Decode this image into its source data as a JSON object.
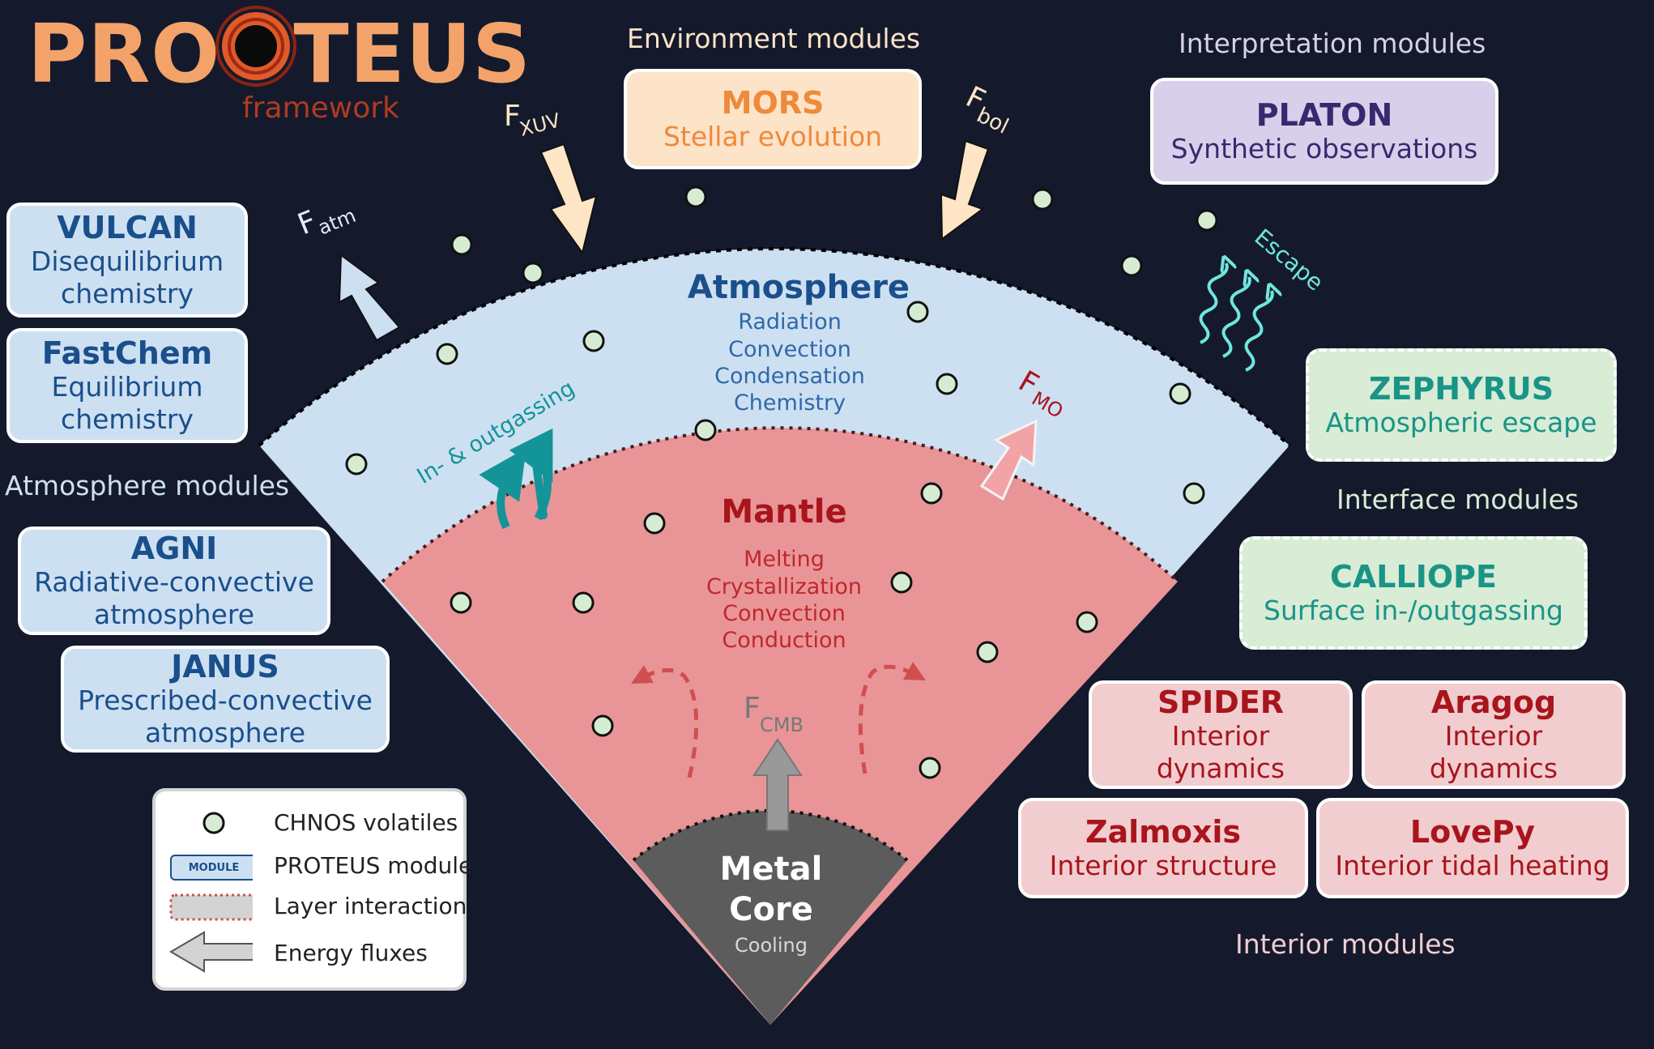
{
  "logo": {
    "word_pre": "PRO",
    "word_post": "TEUS",
    "subtitle": "framework"
  },
  "groups": {
    "environment": "Environment modules",
    "interpretation": "Interpretation modules",
    "atmosphere": "Atmosphere modules",
    "interface": "Interface modules",
    "interior": "Interior modules"
  },
  "modules": {
    "mors": {
      "name": "MORS",
      "desc": "Stellar evolution"
    },
    "platon": {
      "name": "PLATON",
      "desc": "Synthetic observations"
    },
    "vulcan": {
      "name": "VULCAN",
      "desc1": "Disequilibrium",
      "desc2": "chemistry"
    },
    "fastchem": {
      "name": "FastChem",
      "desc1": "Equilibrium",
      "desc2": "chemistry"
    },
    "agni": {
      "name": "AGNI",
      "desc1": "Radiative-convective",
      "desc2": "atmosphere"
    },
    "janus": {
      "name": "JANUS",
      "desc1": "Prescribed-convective",
      "desc2": "atmosphere"
    },
    "zephyrus": {
      "name": "ZEPHYRUS",
      "desc": "Atmospheric escape"
    },
    "calliope": {
      "name": "CALLIOPE",
      "desc": "Surface in-/outgassing"
    },
    "spider": {
      "name": "SPIDER",
      "desc1": "Interior",
      "desc2": "dynamics"
    },
    "aragog": {
      "name": "Aragog",
      "desc1": "Interior",
      "desc2": "dynamics"
    },
    "zalmoxis": {
      "name": "Zalmoxis",
      "desc": "Interior structure"
    },
    "lovepy": {
      "name": "LovePy",
      "desc": "Interior tidal heating"
    }
  },
  "layers": {
    "atmosphere": {
      "title": "Atmosphere",
      "processes": [
        "Radiation",
        "Convection",
        "Condensation",
        "Chemistry"
      ]
    },
    "mantle": {
      "title": "Mantle",
      "processes": [
        "Melting",
        "Crystallization",
        "Convection",
        "Conduction"
      ]
    },
    "core": {
      "title1": "Metal",
      "title2": "Core",
      "process": "Cooling"
    }
  },
  "fluxes": {
    "f_xuv": {
      "sym": "F",
      "sub": "XUV"
    },
    "f_bol": {
      "sym": "F",
      "sub": "bol"
    },
    "f_atm": {
      "sym": "F",
      "sub": "atm"
    },
    "f_mo": {
      "sym": "F",
      "sub": "MO"
    },
    "f_cmb": {
      "sym": "F",
      "sub": "CMB"
    }
  },
  "annotations": {
    "outgassing": "In- & outgassing",
    "escape": "Escape"
  },
  "legend": {
    "volatiles": "CHNOS volatiles",
    "module_tag": "MODULE",
    "module": "PROTEUS module",
    "layer_interaction": "Layer interaction",
    "energy_fluxes": "Energy fluxes"
  },
  "colors": {
    "background": "#141a2c",
    "atmosphere": "#cde0f2",
    "mantle": "#e99597",
    "core": "#5c5c5c",
    "volatile": "#d5ecd2",
    "flux_warm": "#fde5c6"
  }
}
